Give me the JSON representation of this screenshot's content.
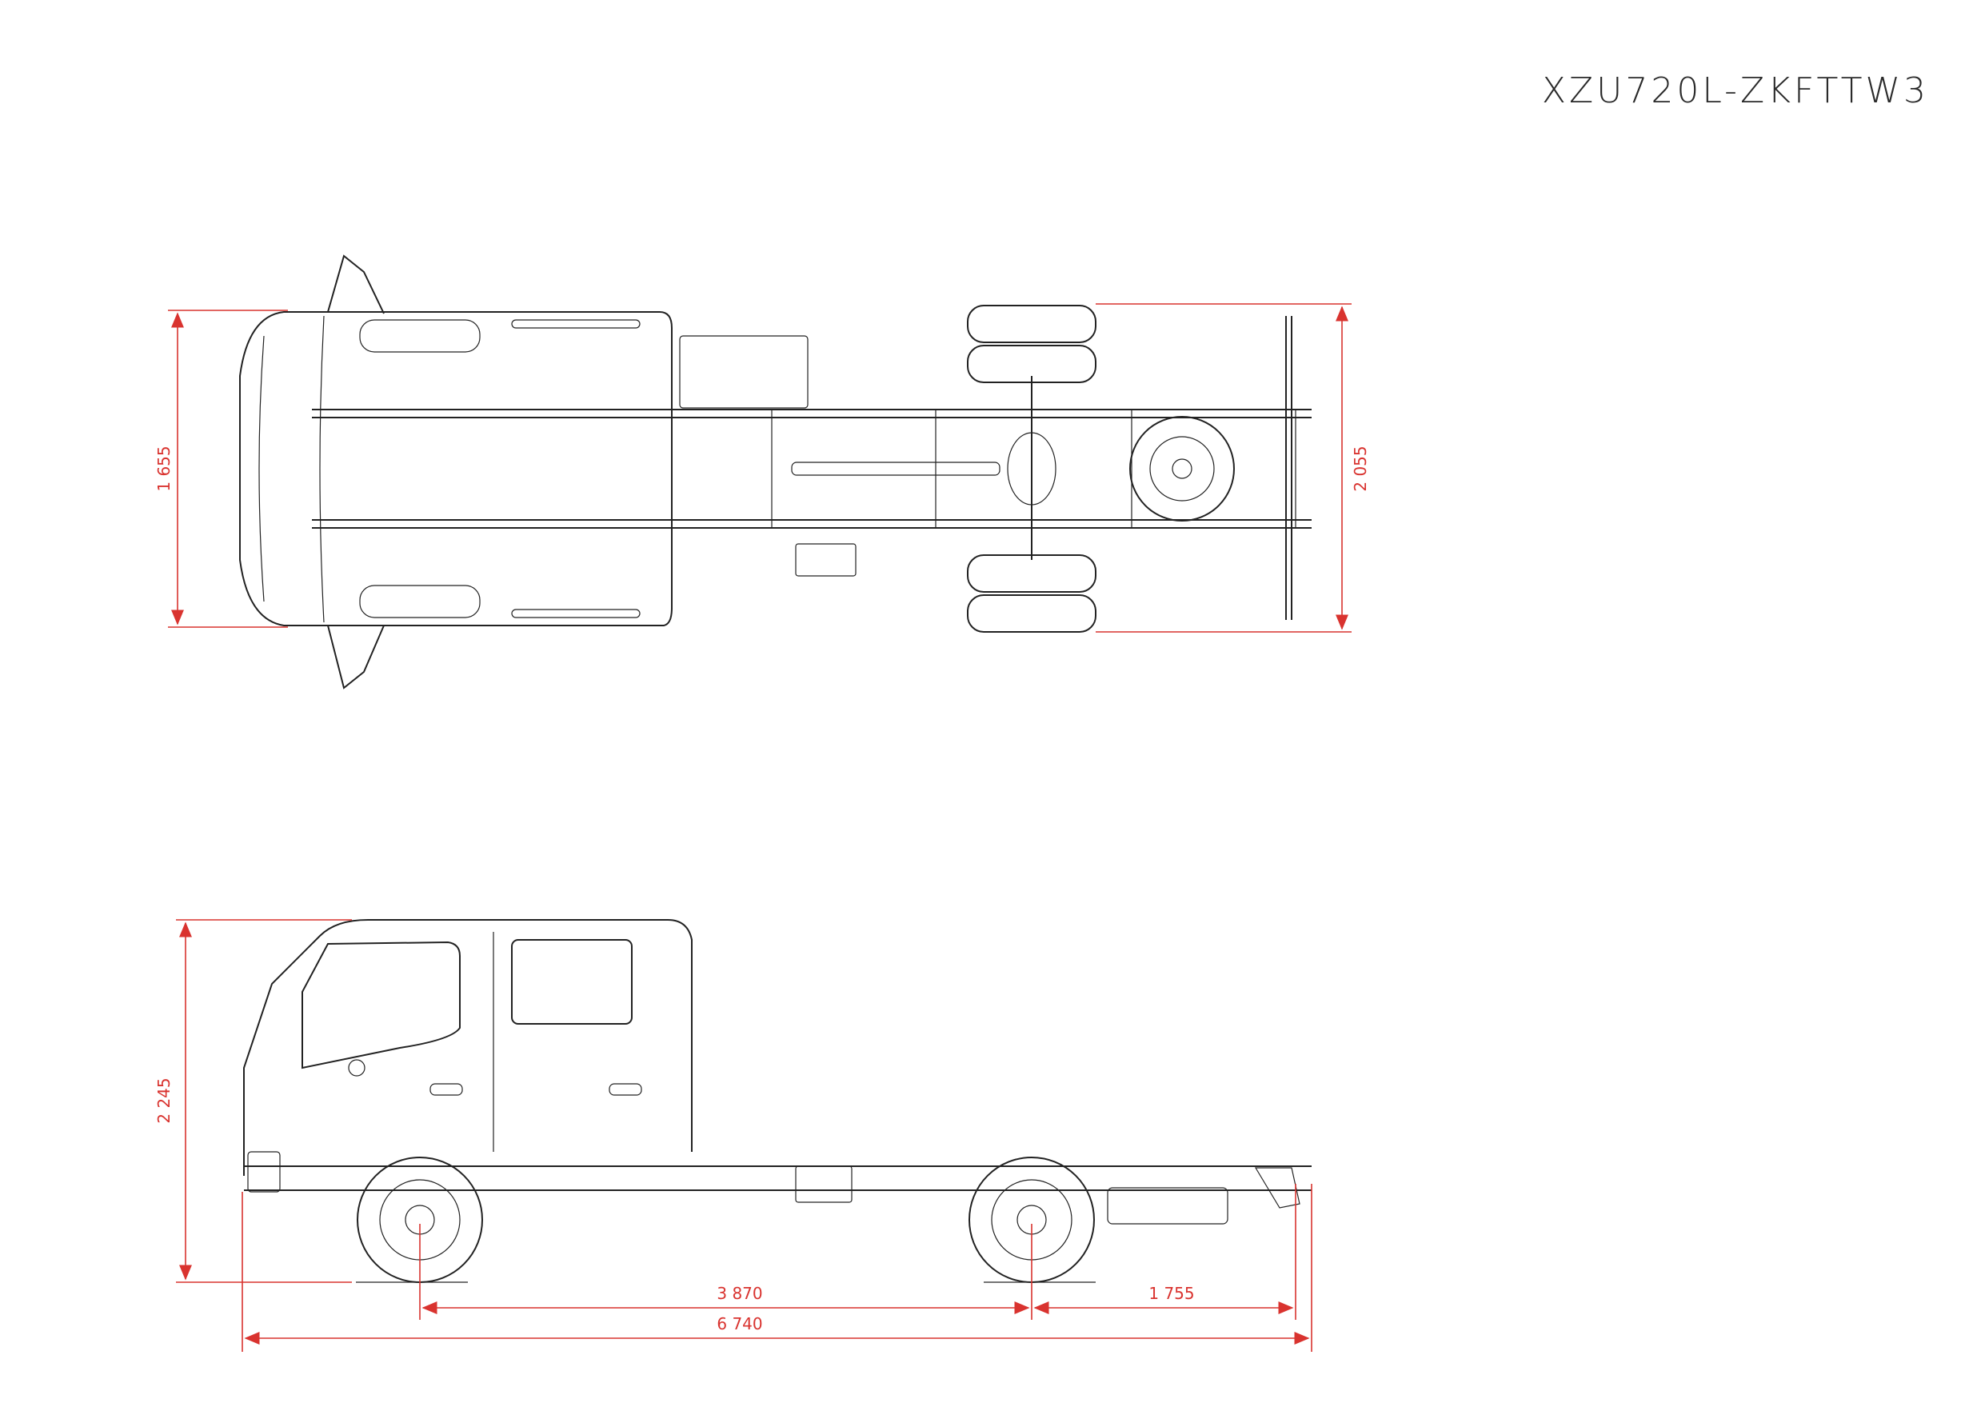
{
  "model_code": "XZU720L-ZKFTTW3",
  "colors": {
    "dimension": "#d9332f",
    "linework": "#222222",
    "background": "#ffffff"
  },
  "dimensions": {
    "top_width_cab": "1 655",
    "top_width_rear": "2 055",
    "side_height": "2 245",
    "wheelbase": "3 870",
    "rear_overhang": "1 755",
    "overall_length": "6 740"
  }
}
